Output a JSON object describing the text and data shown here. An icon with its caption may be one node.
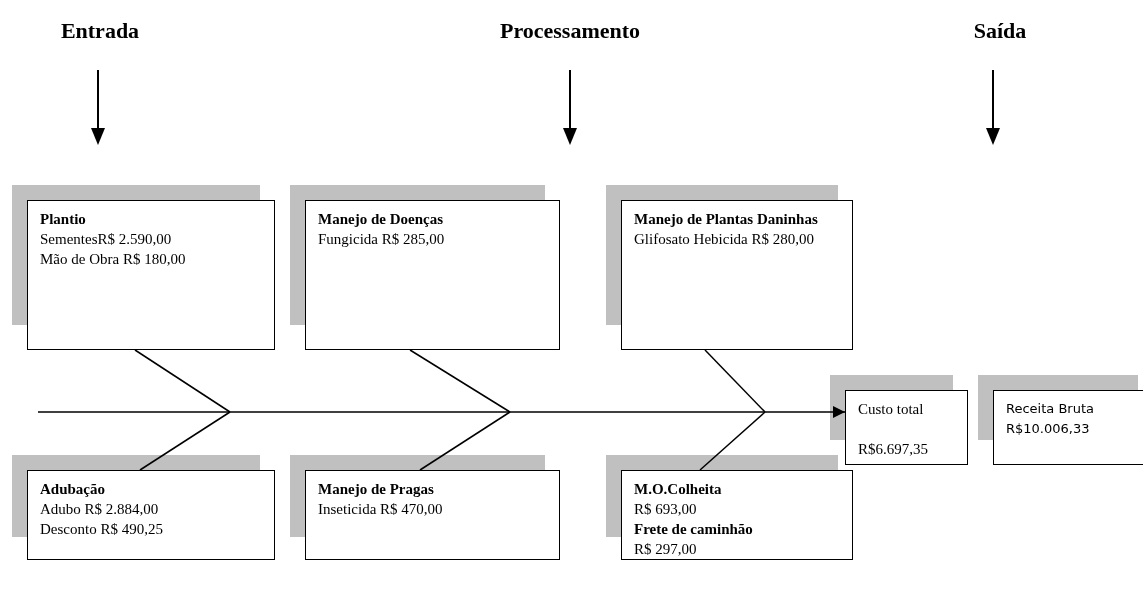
{
  "diagram": {
    "nodes": [
      {
        "text": [
          "Plantio",
          "SementesR$ 2.590,00",
          "Mão de Obra R$ 180,00"
        ]
      },
      {
        "text": [
          "Manejo de Doenças",
          "Fungicida R$ 285,00"
        ]
      },
      {
        "text": [
          "Manejo de Plantas Daninhas",
          "Glifosato Hebicida R$ 280,00"
        ]
      },
      {
        "text": [
          "Adubação",
          "Adubo R$ 2.884,00",
          "Desconto R$ 490,25"
        ]
      },
      {
        "text": [
          "Manejo de Pragas",
          "Inseticida R$ 470,00"
        ]
      },
      {
        "text": [
          "M.O.Colheita",
          "R$ 693,00",
          "Frete de caminhão",
          "R$ 297,00"
        ]
      },
      {
        "text": [
          "Custo total",
          "R$6.697,35"
        ]
      },
      {
        "text": [
          "Receita Bruta",
          "R$10.006,33"
        ]
      }
    ],
    "edges": [
      {
        "from": null,
        "to": 6,
        "arrow": "to"
      },
      {
        "from": 0,
        "to": null,
        "arrow": "none"
      },
      {
        "from": 3,
        "to": null,
        "arrow": "none"
      },
      {
        "from": 1,
        "to": null,
        "arrow": "none"
      },
      {
        "from": 4,
        "to": null,
        "arrow": "none"
      },
      {
        "from": 2,
        "to": null,
        "arrow": "none"
      },
      {
        "from": 5,
        "to": null,
        "arrow": "none"
      }
    ],
    "labels": [
      "Entrada",
      "Processamento",
      "Saída"
    ]
  }
}
